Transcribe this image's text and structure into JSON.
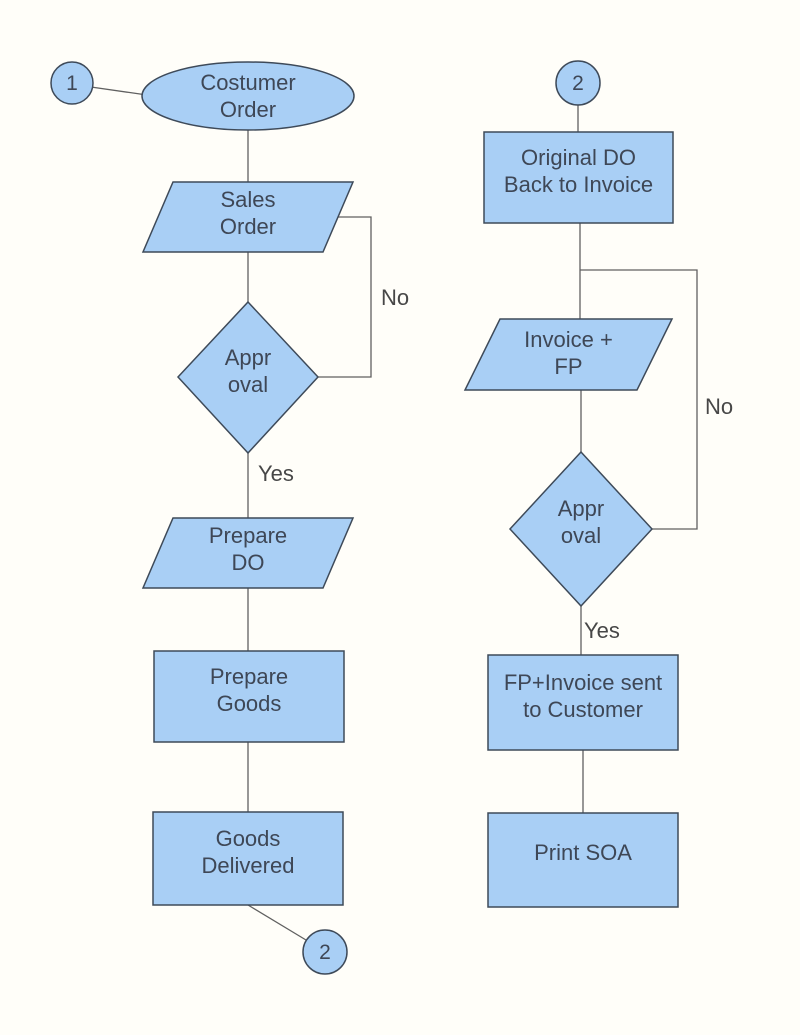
{
  "colors": {
    "canvas_bg": "#fffef9",
    "shape_fill": "#a9cff5",
    "shape_stroke": "#3e4a59",
    "line_color": "#606060",
    "node_text": "#3e4756",
    "edge_text": "#474747"
  },
  "nodes": {
    "page_ref_1": {
      "shape": "circle",
      "label": "1"
    },
    "customer_order": {
      "shape": "terminator-ellipse",
      "label": "Costumer\nOrder"
    },
    "sales_order": {
      "shape": "parallelogram",
      "label": "Sales\nOrder"
    },
    "approval_1": {
      "shape": "decision-diamond",
      "label": "Appr\noval"
    },
    "prepare_do": {
      "shape": "parallelogram",
      "label": "Prepare\nDO"
    },
    "prepare_goods": {
      "shape": "rectangle",
      "label": "Prepare\nGoods"
    },
    "goods_delivered": {
      "shape": "rectangle",
      "label": "Goods\nDelivered"
    },
    "page_ref_2_out": {
      "shape": "circle",
      "label": "2"
    },
    "page_ref_2_in": {
      "shape": "circle",
      "label": "2"
    },
    "original_do_back": {
      "shape": "rectangle",
      "label": "Original DO\nBack to Invoice"
    },
    "invoice_fp": {
      "shape": "parallelogram",
      "label": "Invoice +\nFP"
    },
    "approval_2": {
      "shape": "decision-diamond",
      "label": "Appr\noval"
    },
    "fp_invoice_sent": {
      "shape": "rectangle",
      "label": "FP+Invoice sent\nto Customer"
    },
    "print_soa": {
      "shape": "rectangle",
      "label": "Print SOA"
    }
  },
  "edge_labels": {
    "approval_1_no": "No",
    "approval_1_yes": "Yes",
    "approval_2_no": "No",
    "approval_2_yes": "Yes"
  }
}
